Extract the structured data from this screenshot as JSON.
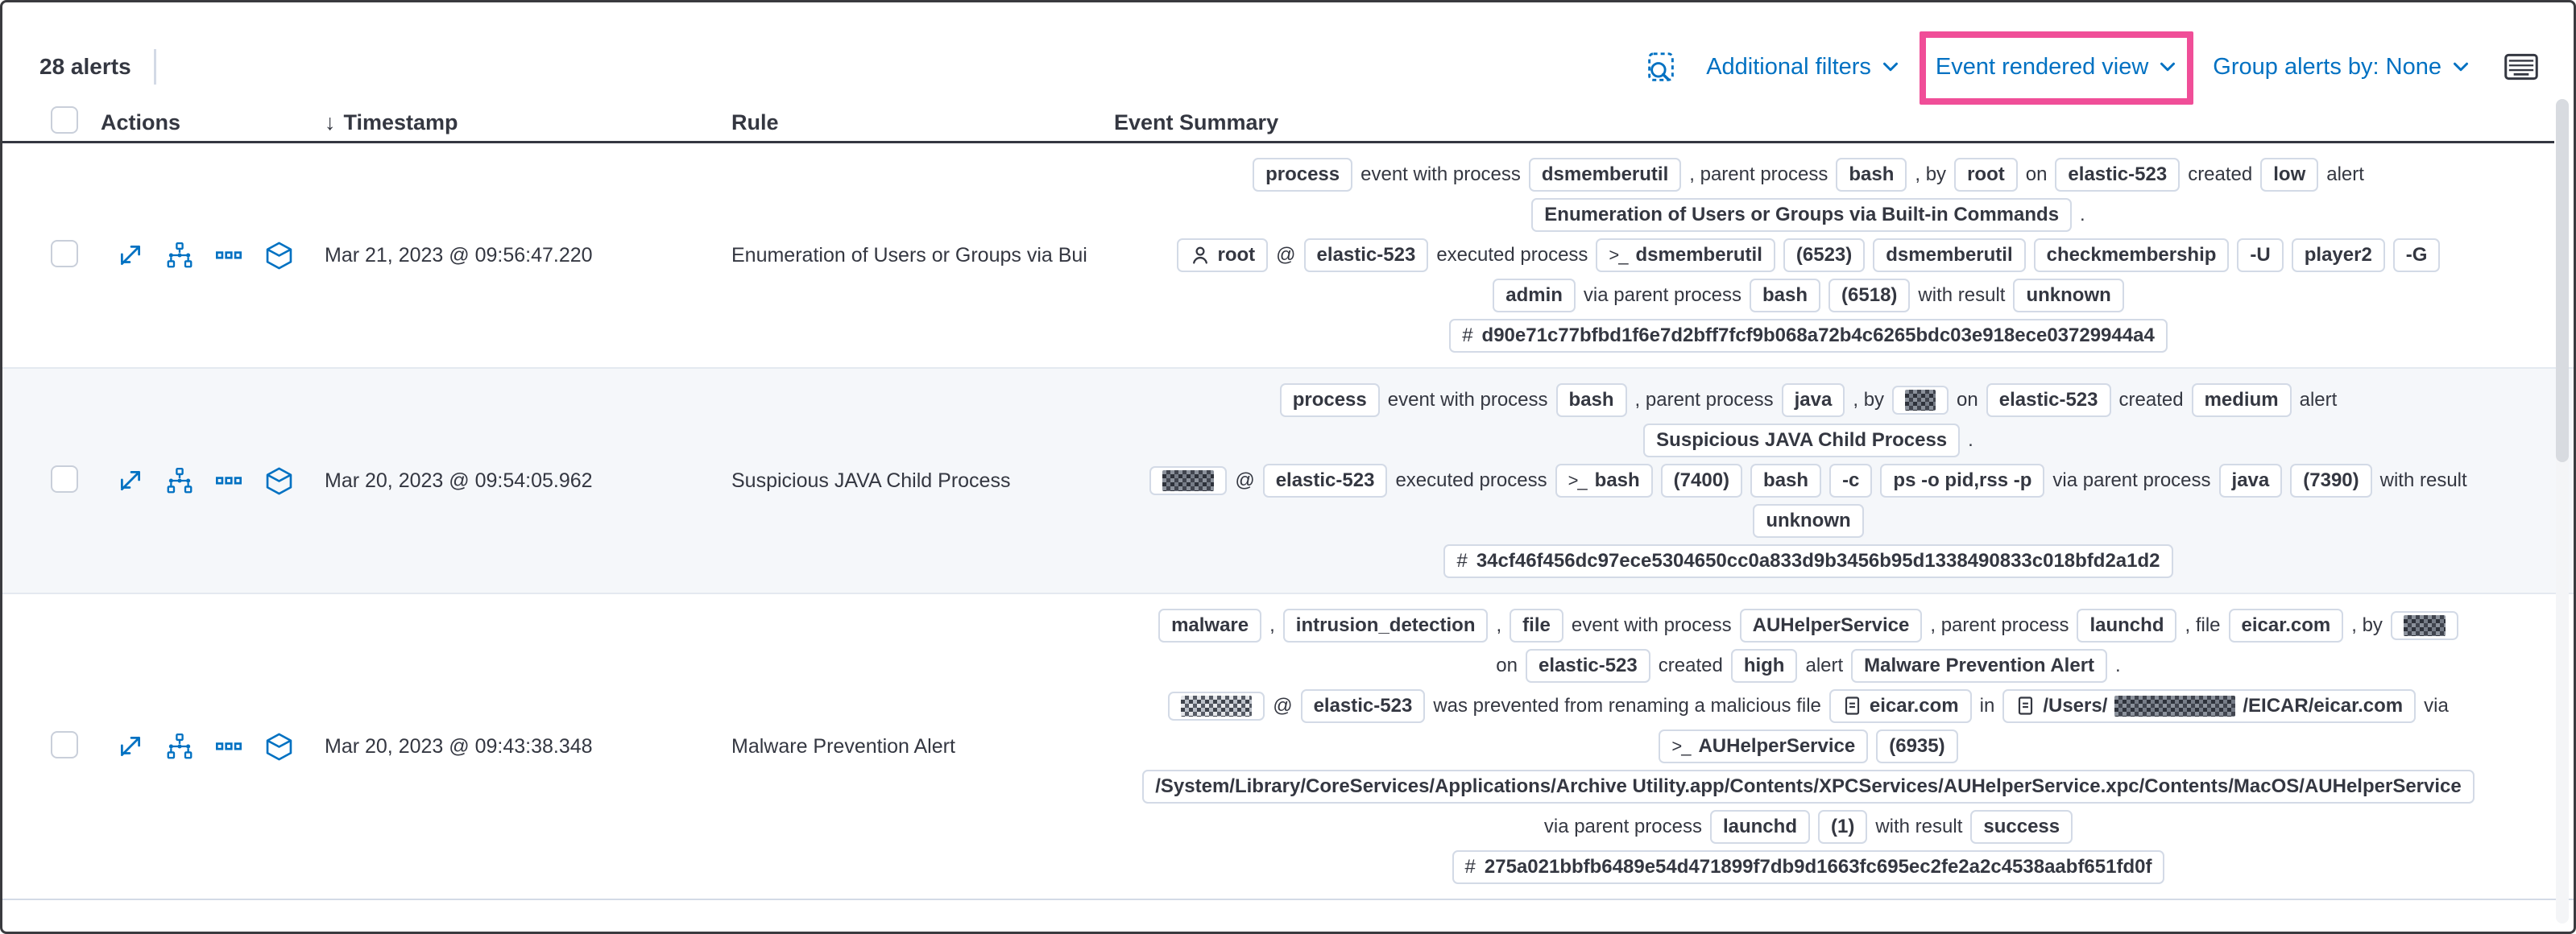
{
  "colors": {
    "link_blue": "#0071c2",
    "highlight_pink": "#f04e98",
    "badge_border": "#d3dae6",
    "text_dark": "#343741",
    "shaded_row_bg": "#f5f7fa"
  },
  "toolbar": {
    "alert_count": "28 alerts",
    "icons": [
      {
        "name": "inspect-icon"
      },
      {
        "name": "keyboard-icon"
      }
    ],
    "filters": [
      {
        "label": "Additional filters"
      },
      {
        "label": "Event rendered view",
        "highlighted": true
      },
      {
        "label": "Group alerts by: None"
      }
    ]
  },
  "table": {
    "sort_indicator": "↓",
    "columns": [
      "Actions",
      "Timestamp",
      "Rule",
      "Event Summary"
    ],
    "action_icons": [
      {
        "name": "expand-alert-icon",
        "glyph": "expand"
      },
      {
        "name": "analyze-event-icon",
        "glyph": "analyze"
      },
      {
        "name": "more-actions-icon",
        "glyph": "boxes"
      },
      {
        "name": "session-view-icon",
        "glyph": "cube"
      }
    ],
    "rows": [
      {
        "timestamp": "Mar 21, 2023 @ 09:56:47.220",
        "rule": "Enumeration of Users or Groups via Bui",
        "shaded": false,
        "summary_lines": [
          [
            {
              "b": true,
              "t": "process"
            },
            {
              "t": "event with process"
            },
            {
              "b": true,
              "t": "dsmemberutil"
            },
            {
              "t": ", parent process"
            },
            {
              "b": true,
              "t": "bash"
            },
            {
              "t": ", by"
            },
            {
              "b": true,
              "t": "root"
            },
            {
              "t": "on"
            },
            {
              "b": true,
              "t": "elastic-523"
            },
            {
              "t": "created"
            },
            {
              "b": true,
              "t": "low"
            },
            {
              "t": "alert"
            }
          ],
          [
            {
              "b": true,
              "t": "Enumeration of Users or Groups via Built-in Commands"
            },
            {
              "t": "."
            }
          ],
          [
            {
              "b": true,
              "t": "root",
              "icon": "user"
            },
            {
              "t": "@"
            },
            {
              "b": true,
              "t": "elastic-523"
            },
            {
              "t": "executed process"
            },
            {
              "b": true,
              "t": "dsmemberutil",
              "icon": "terminal"
            },
            {
              "b": true,
              "t": "(6523)"
            },
            {
              "b": true,
              "t": "dsmemberutil"
            },
            {
              "b": true,
              "t": "checkmembership"
            },
            {
              "b": true,
              "t": "-U"
            },
            {
              "b": true,
              "t": "player2"
            },
            {
              "b": true,
              "t": "-G"
            }
          ],
          [
            {
              "b": true,
              "t": "admin"
            },
            {
              "t": "via parent process"
            },
            {
              "b": true,
              "t": "bash"
            },
            {
              "b": true,
              "t": "(6518)"
            },
            {
              "t": "with result"
            },
            {
              "b": true,
              "t": "unknown"
            }
          ],
          [
            {
              "b": true,
              "t": "d90e71c77bfbd1f6e7d2bff7fcf9b068a72b4c6265bdc03e918ece03729944a4",
              "icon": "hash"
            }
          ]
        ]
      },
      {
        "timestamp": "Mar 20, 2023 @ 09:54:05.962",
        "rule": "Suspicious JAVA Child Process",
        "shaded": true,
        "summary_lines": [
          [
            {
              "b": true,
              "t": "process"
            },
            {
              "t": "event with process"
            },
            {
              "b": true,
              "t": "bash"
            },
            {
              "t": ", parent process"
            },
            {
              "b": true,
              "t": "java"
            },
            {
              "t": ", by"
            },
            {
              "b": true,
              "redact": 38
            },
            {
              "t": "on"
            },
            {
              "b": true,
              "t": "elastic-523"
            },
            {
              "t": "created"
            },
            {
              "b": true,
              "t": "medium"
            },
            {
              "t": "alert"
            }
          ],
          [
            {
              "b": true,
              "t": "Suspicious JAVA Child Process"
            },
            {
              "t": "."
            }
          ],
          [
            {
              "b": true,
              "redact": 64
            },
            {
              "t": "@"
            },
            {
              "b": true,
              "t": "elastic-523"
            },
            {
              "t": "executed process"
            },
            {
              "b": true,
              "t": "bash",
              "icon": "terminal"
            },
            {
              "b": true,
              "t": "(7400)"
            },
            {
              "b": true,
              "t": "bash"
            },
            {
              "b": true,
              "t": "-c"
            },
            {
              "b": true,
              "t": "ps -o pid,rss -p"
            },
            {
              "t": "via parent process"
            },
            {
              "b": true,
              "t": "java"
            },
            {
              "b": true,
              "t": "(7390)"
            },
            {
              "t": "with result"
            }
          ],
          [
            {
              "b": true,
              "t": "unknown"
            }
          ],
          [
            {
              "b": true,
              "t": "34cf46f456dc97ece5304650cc0a833d9b3456b95d1338490833c018bfd2a1d2",
              "icon": "hash"
            }
          ]
        ]
      },
      {
        "timestamp": "Mar 20, 2023 @ 09:43:38.348",
        "rule": "Malware Prevention Alert",
        "shaded": false,
        "summary_lines": [
          [
            {
              "b": true,
              "t": "malware"
            },
            {
              "t": ","
            },
            {
              "b": true,
              "t": "intrusion_detection"
            },
            {
              "t": ","
            },
            {
              "b": true,
              "t": "file"
            },
            {
              "t": "event with process"
            },
            {
              "b": true,
              "t": "AUHelperService"
            },
            {
              "t": ", parent process"
            },
            {
              "b": true,
              "t": "launchd"
            },
            {
              "t": ", file"
            },
            {
              "b": true,
              "t": "eicar.com"
            },
            {
              "t": ", by"
            },
            {
              "b": true,
              "redact": 52
            }
          ],
          [
            {
              "t": "on"
            },
            {
              "b": true,
              "t": "elastic-523"
            },
            {
              "t": "created"
            },
            {
              "b": true,
              "t": "high"
            },
            {
              "t": "alert"
            },
            {
              "b": true,
              "t": "Malware Prevention Alert"
            },
            {
              "t": "."
            }
          ],
          [
            {
              "b": true,
              "redact": 88,
              "redactLight": true
            },
            {
              "t": "@"
            },
            {
              "b": true,
              "t": "elastic-523"
            },
            {
              "t": "was prevented from renaming a malicious file"
            },
            {
              "b": true,
              "t": "eicar.com",
              "icon": "document"
            },
            {
              "t": "in"
            },
            {
              "b": true,
              "icon": "document",
              "parts": [
                {
                  "t": "/Users/"
                },
                {
                  "redact": 150
                },
                {
                  "t": "/EICAR/eicar.com"
                }
              ]
            },
            {
              "t": "via"
            }
          ],
          [
            {
              "b": true,
              "t": "AUHelperService",
              "icon": "terminal"
            },
            {
              "b": true,
              "t": "(6935)"
            }
          ],
          [
            {
              "b": true,
              "t": "/System/Library/CoreServices/Applications/Archive Utility.app/Contents/XPCServices/AUHelperService.xpc/Contents/MacOS/AUHelperService"
            }
          ],
          [
            {
              "t": "via parent process"
            },
            {
              "b": true,
              "t": "launchd"
            },
            {
              "b": true,
              "t": "(1)"
            },
            {
              "t": "with result"
            },
            {
              "b": true,
              "t": "success"
            }
          ],
          [
            {
              "b": true,
              "t": "275a021bbfb6489e54d471899f7db9d1663fc695ec2fe2a2c4538aabf651fd0f",
              "icon": "hash"
            }
          ]
        ]
      }
    ]
  }
}
